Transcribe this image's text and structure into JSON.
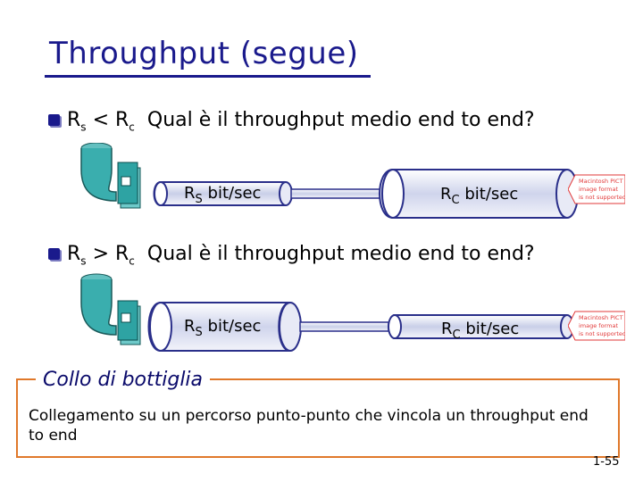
{
  "title": "Throughput (segue)",
  "case1": {
    "lhs": "R",
    "lhs_sub": "s",
    "op": "<",
    "rhs": "R",
    "rhs_sub": "c",
    "question": "Qual è il throughput medio end to end?",
    "pipe1_label_main": "R",
    "pipe1_label_sub": "S",
    "pipe1_label_unit": "bit/sec",
    "pipe2_label_main": "R",
    "pipe2_label_sub": "C",
    "pipe2_label_unit": "bit/sec"
  },
  "case2": {
    "lhs": "R",
    "lhs_sub": "s",
    "op": ">",
    "rhs": "R",
    "rhs_sub": "c",
    "question": "Qual è il throughput medio end to end?",
    "pipe1_label_main": "R",
    "pipe1_label_sub": "S",
    "pipe1_label_unit": "bit/sec",
    "pipe2_label_main": "R",
    "pipe2_label_sub": "C",
    "pipe2_label_unit": "bit/sec"
  },
  "pict_placeholder": [
    "Macintosh PICT",
    "image format",
    "is not supported"
  ],
  "collo": {
    "heading": "Collo di bottiglia",
    "text": "Collegamento su un percorso punto-punto che vincola un throughput end to end"
  },
  "page_number": "1-55",
  "colors": {
    "title": "#1a1a8c",
    "frame": "#e0782a",
    "pipe_light": "#d7dcef",
    "pipe_dark": "#2a2f8a",
    "server": "#2ea3a3",
    "pict": "#e23a3a"
  }
}
